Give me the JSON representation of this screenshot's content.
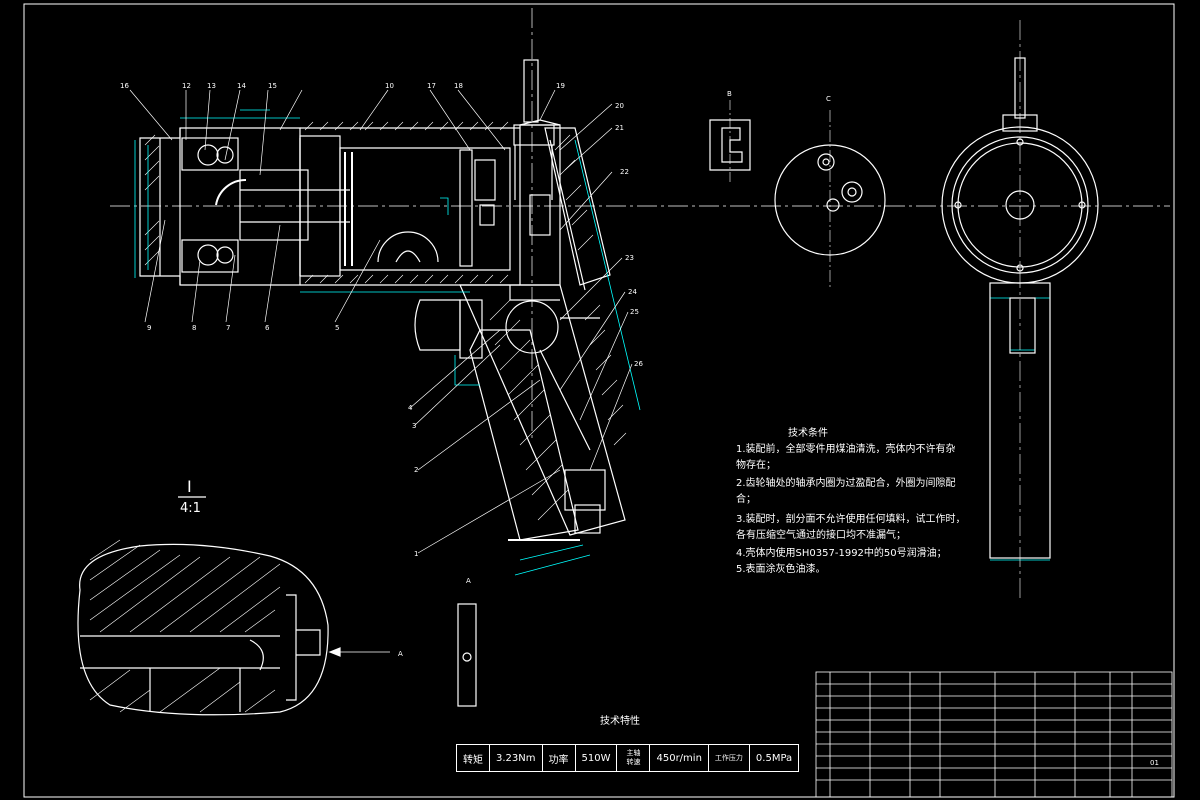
{
  "colors": {
    "background": "#000000",
    "line": "#ffffff",
    "dimension": "#00ffff",
    "accent": "#ff3333"
  },
  "detail_view": {
    "label": "I",
    "scale": "4:1"
  },
  "section_label": "A",
  "view_labels": {
    "b": "B",
    "c": "C"
  },
  "leader_numbers": [
    "16",
    "12",
    "13",
    "14",
    "15",
    "10",
    "17",
    "18",
    "19",
    "20",
    "21",
    "22",
    "23",
    "24",
    "25",
    "26",
    "9",
    "8",
    "7",
    "6",
    "5",
    "4",
    "3",
    "2",
    "1"
  ],
  "tech_requirements": {
    "title": "技术条件",
    "lines": [
      "1.装配前，全部零件用煤油清洗，壳体内不许有杂",
      "物存在；",
      "2.齿轮轴处的轴承内圈为过盈配合，外圈为间隙配",
      "合；",
      "3.装配时，剖分面不允许使用任何填料，试工作时，",
      "各有压缩空气通过的接口均不准漏气；",
      "4.壳体内使用SH0357-1992中的50号润滑油；",
      "5.表面涂灰色油漆。"
    ]
  },
  "specs": {
    "title": "技术特性",
    "torque_label": "转矩",
    "torque_value": "3.23Nm",
    "power_label": "功率",
    "power_value": "510W",
    "speed_label": "主轴转速",
    "speed_value": "450r/min",
    "pressure_label": "工作压力",
    "pressure_value": "0.5MPa"
  },
  "title_block": {
    "drawing_no": "01"
  }
}
